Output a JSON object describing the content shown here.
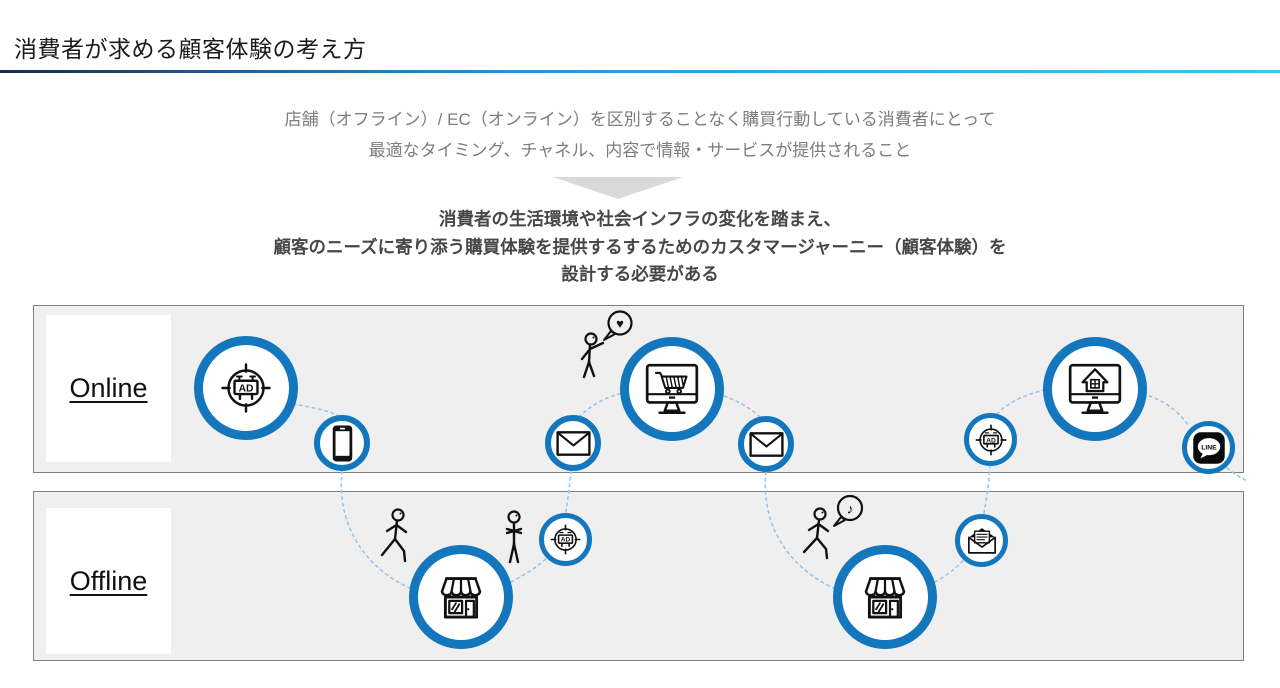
{
  "header": {
    "title": "消費者が求める顧客体験の考え方"
  },
  "premise": {
    "line1": "店舗（オフライン）/ EC（オンライン）を区別することなく購買行動している消費者にとって",
    "line2": "最適なタイミング、チャネル、内容で情報・サービスが提供されること"
  },
  "conclusion": {
    "line1": "消費者の生活環境や社会インフラの変化を踏まえ、",
    "line2": "顧客のニーズに寄り添う購買体験を提供するするためのカスタマージャーニー（顧客体験）を",
    "line3": "設計する必要がある"
  },
  "lanes": {
    "online": "Online",
    "offline": "Offline"
  },
  "icon_labels": {
    "ad": "AD",
    "line": "LINE"
  },
  "glyphs": {
    "heart": "♥",
    "note": "♪"
  },
  "journey": {
    "online_sequence": [
      "targeted-ad",
      "smartphone",
      "email",
      "ec-site-cart-monitor",
      "email",
      "targeted-ad",
      "ec-site-home-monitor",
      "line-app"
    ],
    "offline_sequence": [
      "walking-customer",
      "store-visit",
      "in-store-ad",
      "walking-customer",
      "store-visit",
      "direct-mail"
    ]
  },
  "colors": {
    "accent_blue": "#1477bd",
    "connector_blue": "#9dc3e6",
    "lane_background": "#efefef",
    "lane_border": "#808080",
    "arrow_gray": "#d9d9d9",
    "underline_start": "#152c4e",
    "underline_end": "#3fc1f0"
  }
}
